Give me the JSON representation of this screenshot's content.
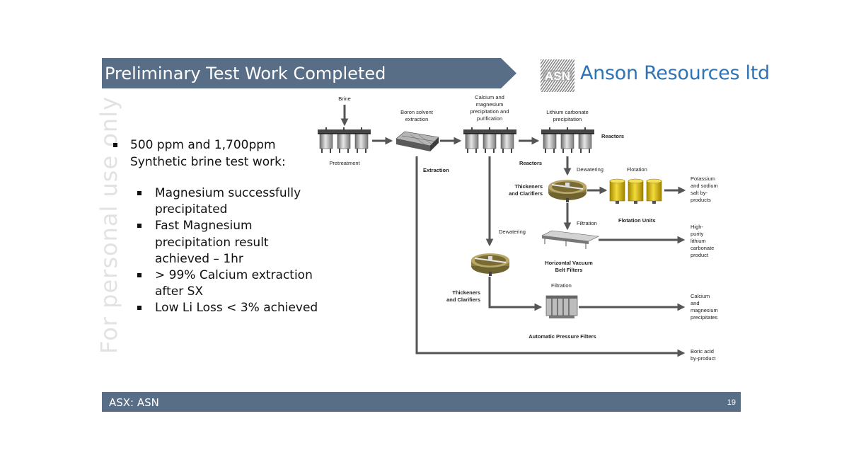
{
  "title": "Preliminary Test Work Completed",
  "logo": {
    "mark": "ASN",
    "name": "Anson Resources ltd"
  },
  "watermark": "For personal use only",
  "main_point": {
    "line1": "500 ppm and 1,700ppm",
    "line2": "Synthetic brine test work:"
  },
  "sub_points": [
    [
      "Magnesium successfully",
      "precipitated"
    ],
    [
      "Fast Magnesium",
      "precipitation result",
      "achieved – 1hr"
    ],
    [
      "> 99% Calcium extraction",
      "after SX"
    ],
    [
      "Low Li Loss < 3% achieved"
    ]
  ],
  "diagram": {
    "brine": "Brine",
    "pretreatment": "Pretreatment",
    "boron": [
      "Boron solvent",
      "extraction"
    ],
    "extraction": "Extraction",
    "camg": [
      "Calcium and",
      "magnesium",
      "precipitation and",
      "purification"
    ],
    "reactors_mid": "Reactors",
    "li2co3": [
      "Lithium carbonate",
      "precipitation"
    ],
    "reactors_right": "Reactors",
    "dewatering_top": "Dewatering",
    "flotation": "Flotation",
    "thickeners_top": [
      "Thickeners",
      "and Clarifiers"
    ],
    "potassium": [
      "Potassium",
      "and sodium",
      "salt by-",
      "products"
    ],
    "flotation_units": "Flotation Units",
    "filtration_top": "Filtration",
    "dewatering_mid": "Dewatering",
    "high_purity": [
      "High-",
      "purity",
      "lithium",
      "carbonate",
      "product"
    ],
    "belt_filters": [
      "Horizontal Vacuum",
      "Belt Filters"
    ],
    "filtration_bottom": "Filtration",
    "thickeners_bottom": [
      "Thickeners",
      "and Clarifiers"
    ],
    "calcium_precip": [
      "Calcium",
      "and",
      "magnesium",
      "precipitates"
    ],
    "pressure_filters": "Automatic Pressure Filters",
    "boric_acid": [
      "Boric acid",
      "by-product"
    ]
  },
  "footer": {
    "ticker": "ASX: ASN",
    "page_number": "19"
  },
  "colors": {
    "title_bar": "#586d86",
    "footer_bar": "#586d86",
    "logo_text": "#2e74b5",
    "arrow": "#555555",
    "flotation_cell": "#e6c619"
  }
}
